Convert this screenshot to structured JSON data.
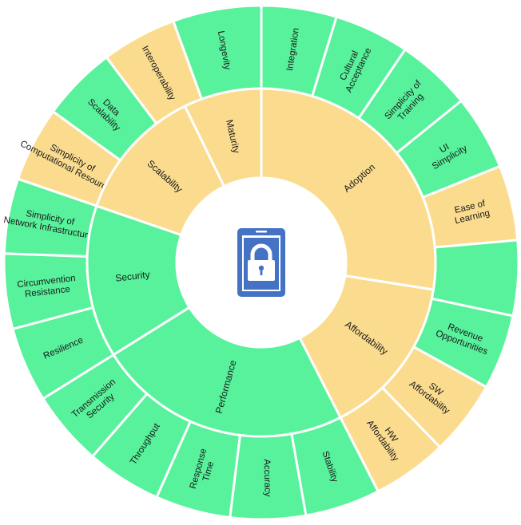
{
  "colors": {
    "green": "#57f29b",
    "yellow": "#fbdc8f",
    "stroke": "#ffffff",
    "icon": "#4472c4"
  },
  "center_icon": "phone-lock-icon",
  "inner_ring": [
    {
      "label": "Adoption",
      "color": "yellow"
    },
    {
      "label": "Affordability",
      "color": "yellow"
    },
    {
      "label": "Performance",
      "color": "green"
    },
    {
      "label": "Security",
      "color": "green"
    },
    {
      "label": "Scalability",
      "color": "yellow"
    },
    {
      "label": "Maturity",
      "color": "yellow"
    }
  ],
  "outer_ring": [
    {
      "label": "Integration",
      "color": "green"
    },
    {
      "label": "Cultural Acceptance",
      "color": "green"
    },
    {
      "label": "Simplicity of Training",
      "color": "green"
    },
    {
      "label": "UI Simplicity",
      "color": "green"
    },
    {
      "label": "Ease of Learning",
      "color": "yellow"
    },
    {
      "label": "",
      "color": "green"
    },
    {
      "label": "Revenue Opportunities",
      "color": "green"
    },
    {
      "label": "SW Affordability",
      "color": "yellow"
    },
    {
      "label": "HW Affordability",
      "color": "yellow"
    },
    {
      "label": "Stability",
      "color": "green"
    },
    {
      "label": "Accuracy",
      "color": "green"
    },
    {
      "label": "Response Time",
      "color": "green"
    },
    {
      "label": "Throughput",
      "color": "green"
    },
    {
      "label": "Transmission Security",
      "color": "green"
    },
    {
      "label": "Resilience",
      "color": "green"
    },
    {
      "label": "Circumvention Resistance",
      "color": "green"
    },
    {
      "label": "Simplicity of Network Infrastructure",
      "color": "green"
    },
    {
      "label": "Simplicity of Computational Resources",
      "color": "yellow"
    },
    {
      "label": "Data Scalability",
      "color": "green"
    },
    {
      "label": "Interoperability",
      "color": "yellow"
    },
    {
      "label": "Longevity",
      "color": "green"
    }
  ]
}
